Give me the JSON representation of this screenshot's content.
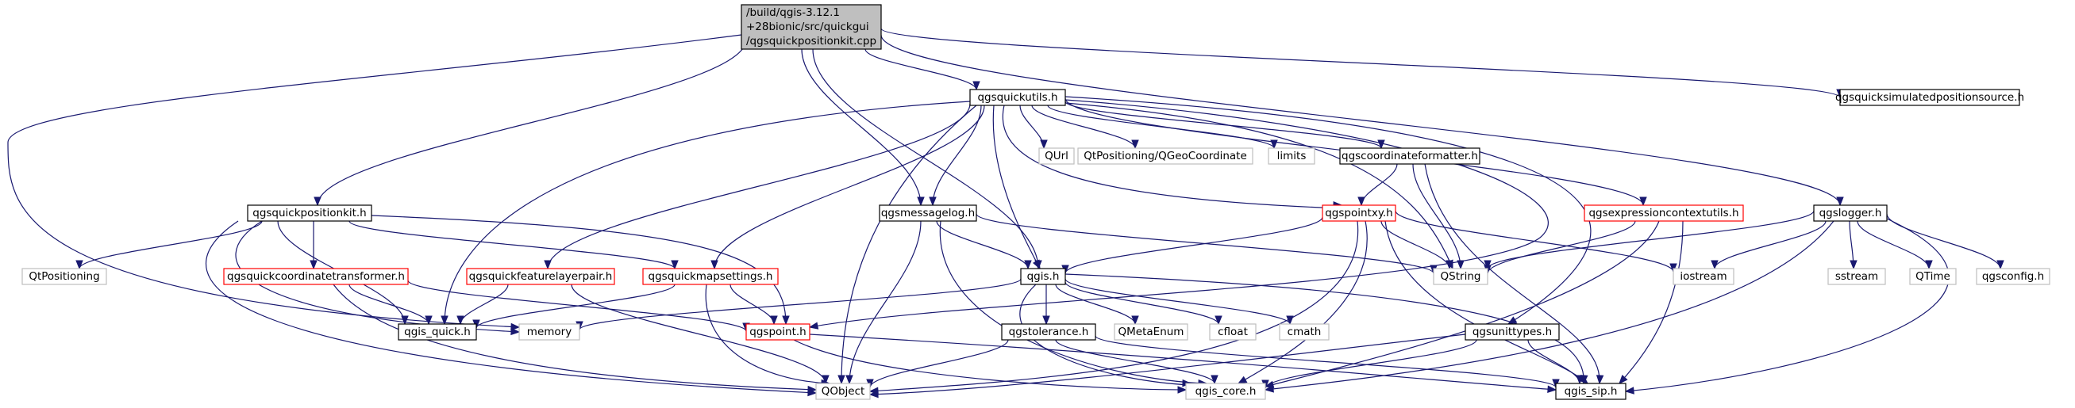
{
  "root": {
    "lines": [
      "/build/qgis-3.12.1",
      "+28bionic/src/quickgui",
      "/qgsquickpositionkit.cpp"
    ]
  },
  "nodes": {
    "qgsquickutils": "qgsquickutils.h",
    "simulated": "qgsquicksimulatedpositionsource.h",
    "positionkit": "qgsquickpositionkit.h",
    "messagelog": "qgsmessagelog.h",
    "logger": "qgslogger.h",
    "qurl": "QUrl",
    "geocoord": "QtPositioning/QGeoCoordinate",
    "limits": "limits",
    "coordformatter": "qgscoordinateformatter.h",
    "pointxy": "qgspointxy.h",
    "exprctx": "qgsexpressioncontextutils.h",
    "qtpositioning": "QtPositioning",
    "coordtransformer": "qgsquickcoordinatetransformer.h",
    "featurelayerpair": "qgsquickfeaturelayerpair.h",
    "mapsettings": "qgsquickmapsettings.h",
    "qgis": "qgis.h",
    "qstring": "QString",
    "iostream": "iostream",
    "sstream": "sstream",
    "qtime": "QTime",
    "qgsconfig": "qgsconfig.h",
    "qgisquick": "qgis_quick.h",
    "memory": "memory",
    "qgspoint": "qgspoint.h",
    "qgstolerance": "qgstolerance.h",
    "qmetaenum": "QMetaEnum",
    "cfloat": "cfloat",
    "cmath": "cmath",
    "unittypes": "qgsunittypes.h",
    "qobject": "QObject",
    "qgiscore": "qgis_core.h",
    "qgissip": "qgis_sip.h"
  }
}
